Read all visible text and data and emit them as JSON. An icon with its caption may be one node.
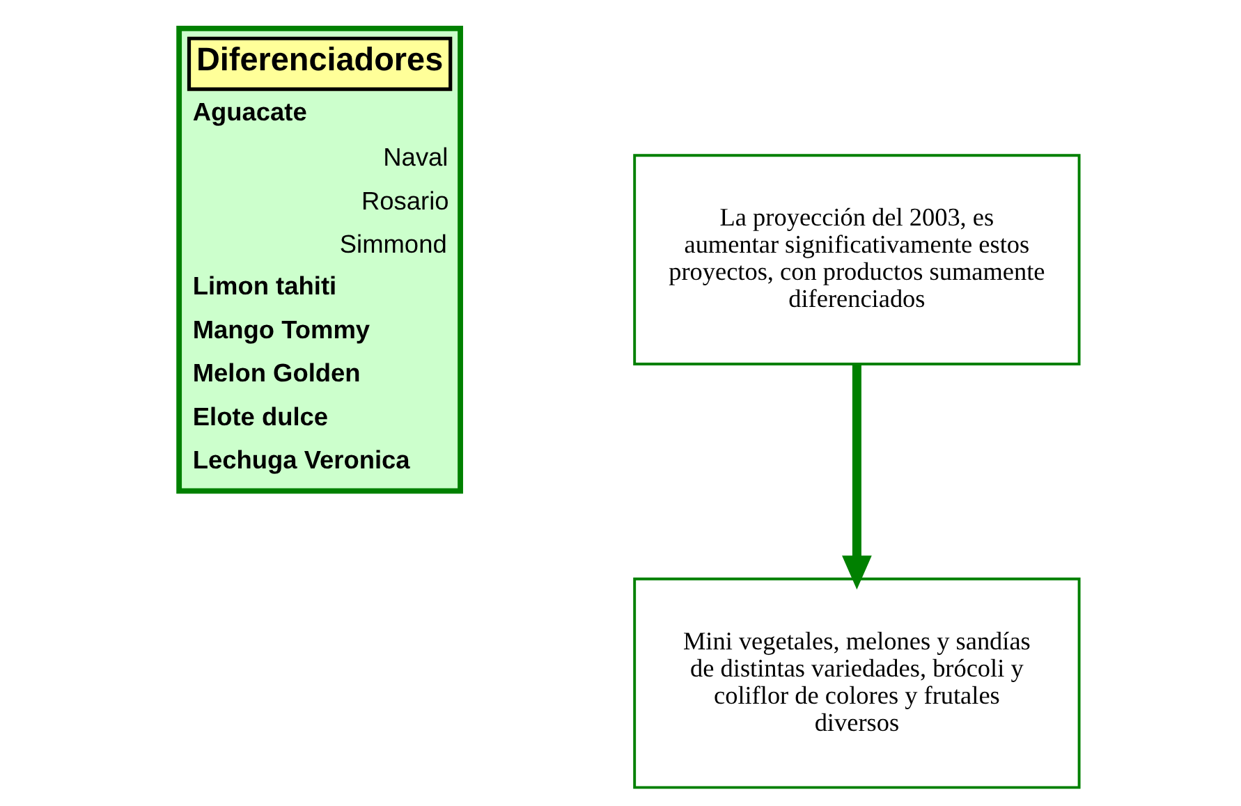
{
  "diagram": {
    "nodes": [
      {
        "text": [
          "Diferenciadores",
          "Aguacate",
          "Naval",
          "Rosario",
          "Simmond",
          "Limon tahiti",
          "Mango Tommy",
          "Melon Golden",
          "Elote dulce",
          "Lechuga Veronica"
        ]
      },
      {
        "text": [
          "La proyección del 2003, es aumentar significativamente estos proyectos, con productos sumamente diferenciados"
        ]
      },
      {
        "text": [
          "Mini vegetales, melones y sandías de distintas variedades, brócoli y coliflor de colores y frutales diversos"
        ]
      }
    ],
    "edges": [
      {
        "from": 1,
        "to": 2,
        "arrow": "to",
        "color": "#008000"
      }
    ]
  }
}
